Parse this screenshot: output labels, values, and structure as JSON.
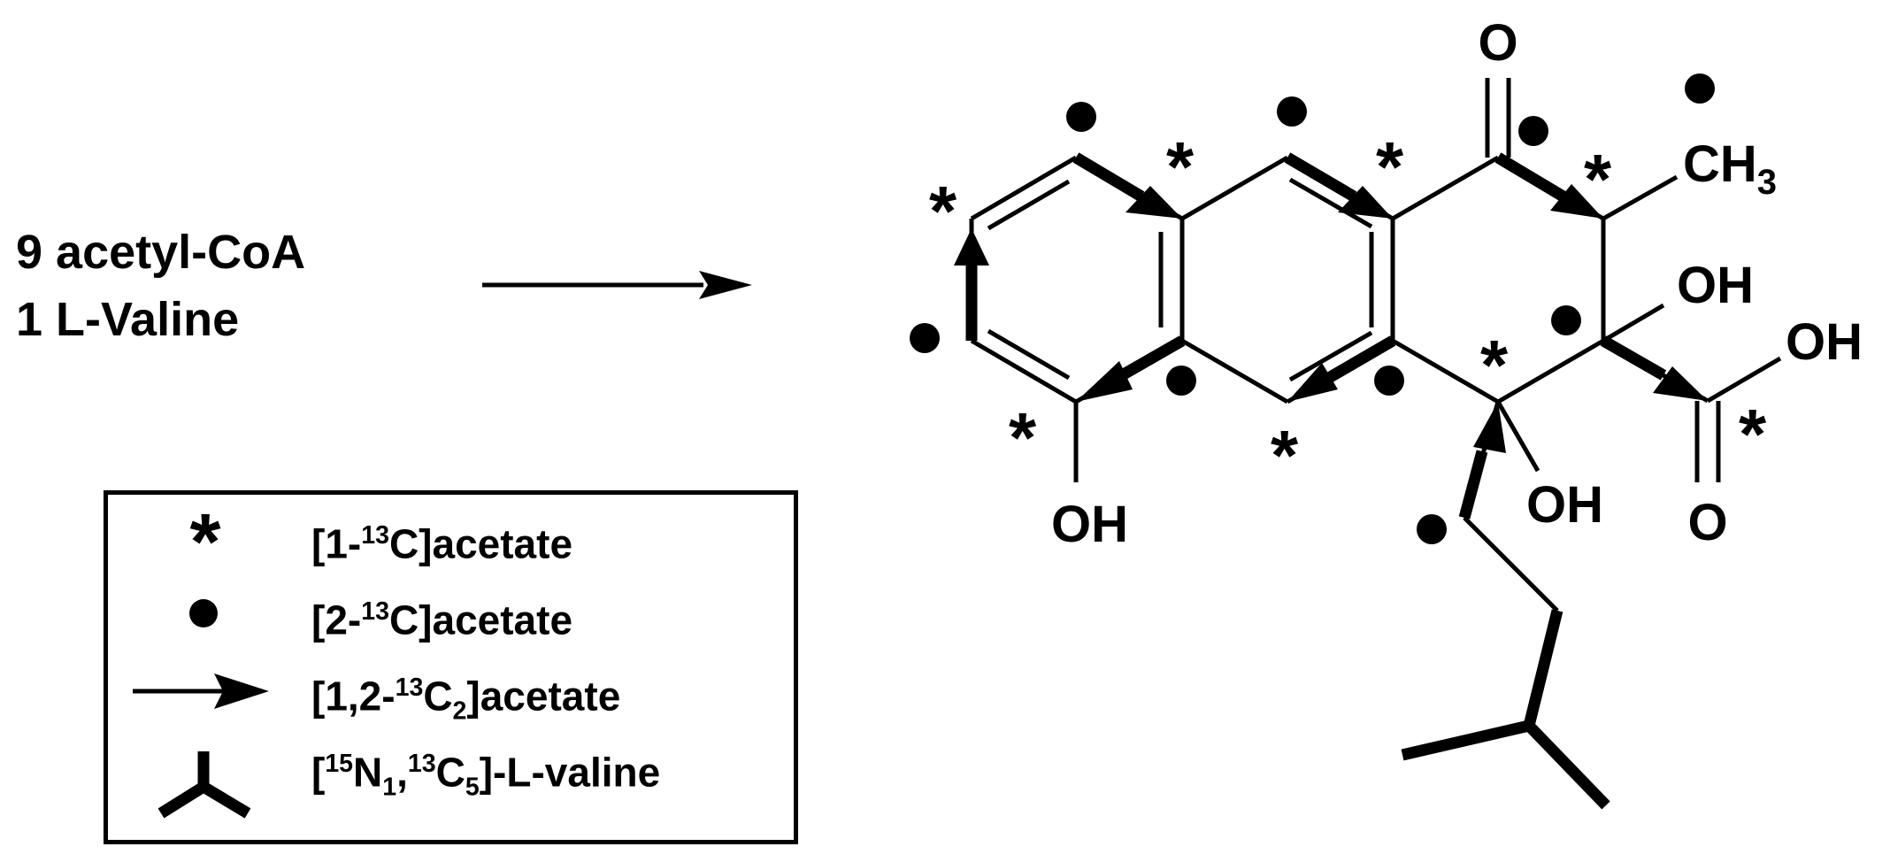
{
  "reactants": {
    "line1": "9 acetyl-CoA",
    "line2": "1 L-Valine"
  },
  "structure": {
    "atoms": {
      "ketone_oxygen": "O",
      "methyl": "CH",
      "methyl_subscript": "3",
      "hydroxyl_c3": "OH",
      "acid_hydroxyl": "OH",
      "acid_carbonyl_oxygen": "O",
      "hydroxyl_c4": "OH",
      "phenol_hydroxyl": "OH"
    },
    "star_symbol": "*",
    "dot_symbol": "●"
  },
  "legend": {
    "items": [
      {
        "symbol": "star",
        "prefix": "[1-",
        "sup": "13",
        "rest": "C]acetate"
      },
      {
        "symbol": "dot",
        "prefix": "[2-",
        "sup": "13",
        "rest": "C]acetate"
      },
      {
        "symbol": "arrow",
        "prefix": "[1,2-",
        "sup": "13",
        "mid": "C",
        "sub": "2",
        "rest": "]acetate"
      },
      {
        "symbol": "tripod",
        "prefix": "[",
        "sup": "15",
        "mid": "N",
        "sub": "1",
        "mid2": ",",
        "sup2": "13",
        "mid3": "C",
        "sub2": "5",
        "rest": "]-L-valine"
      }
    ]
  },
  "colors": {
    "ink": "#000000",
    "background": "#ffffff"
  }
}
